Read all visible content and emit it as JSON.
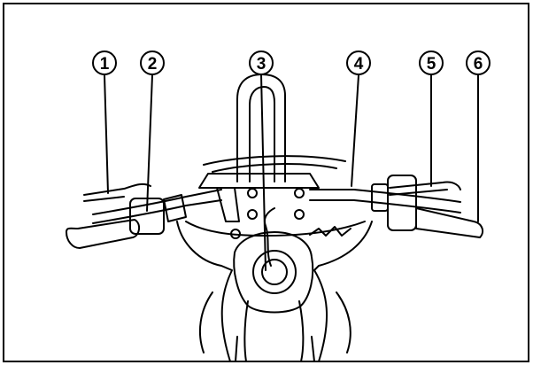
{
  "diagram": {
    "callouts": [
      {
        "id": "1",
        "label": "1"
      },
      {
        "id": "2",
        "label": "2"
      },
      {
        "id": "3",
        "label": "3"
      },
      {
        "id": "4",
        "label": "4"
      },
      {
        "id": "5",
        "label": "5"
      },
      {
        "id": "6",
        "label": "6"
      }
    ],
    "colors": {
      "line": "#000000",
      "background": "#ffffff",
      "border": "#000000"
    }
  }
}
